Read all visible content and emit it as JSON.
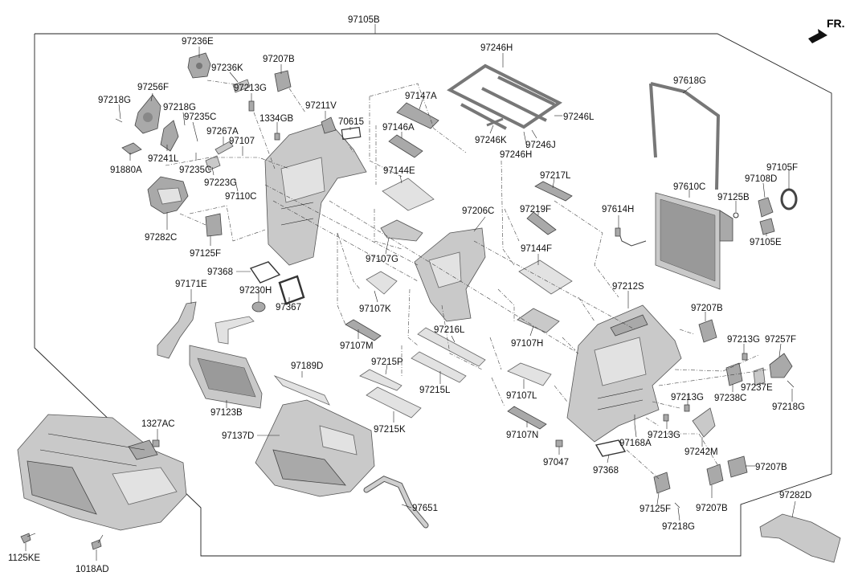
{
  "direction_label": "FR.",
  "assembly_label": "97105B",
  "labels": {
    "p97236E": "97236E",
    "p97236K": "97236K",
    "p97207B_a": "97207B",
    "p97213G_a": "97213G",
    "p97218G_a": "97218G",
    "p97256F": "97256F",
    "p97218G_b": "97218G",
    "p97235C": "97235C",
    "p1334GB": "1334GB",
    "p97211V": "97211V",
    "p70615": "70615",
    "p97267A": "97267A",
    "p97107_a": "97107",
    "p97241L": "97241L",
    "p91880A": "91880A",
    "p97235C_b": "97235C",
    "p97223G": "97223G",
    "p97110C": "97110C",
    "p97282C": "97282C",
    "p97125F_a": "97125F",
    "p97368_a": "97368",
    "p97171E": "97171E",
    "p97230H": "97230H",
    "p97367": "97367",
    "p97123B": "97123B",
    "p97189D": "97189D",
    "p97137D": "97137D",
    "p1327AC": "1327AC",
    "p1125KE": "1125KE",
    "p1018AD": "1018AD",
    "p97147A": "97147A",
    "p97146A": "97146A",
    "p97144E": "97144E",
    "p97107G": "97107G",
    "p97107K": "97107K",
    "p97107M": "97107M",
    "p97215P": "97215P",
    "p97215K": "97215K",
    "p97651": "97651",
    "p97246H_top": "97246H",
    "p97246L": "97246L",
    "p97246K": "97246K",
    "p97246J": "97246J",
    "p97246H_bot": "97246H",
    "p97206C": "97206C",
    "p97216L": "97216L",
    "p97215L": "97215L",
    "p97217L": "97217L",
    "p97219F": "97219F",
    "p97144F": "97144F",
    "p97107H": "97107H",
    "p97107L": "97107L",
    "p97107N": "97107N",
    "p97047": "97047",
    "p97368_b": "97368",
    "p97168A": "97168A",
    "p97618G": "97618G",
    "p97610C": "97610C",
    "p97614H": "97614H",
    "p97108D": "97108D",
    "p97105F": "97105F",
    "p97125B": "97125B",
    "p97105E": "97105E",
    "p97212S": "97212S",
    "p97207B_b": "97207B",
    "p97213G_b": "97213G",
    "p97257F": "97257F",
    "p97238C": "97238C",
    "p97237E": "97237E",
    "p97218G_c": "97218G",
    "p97213G_c": "97213G",
    "p97213G_d": "97213G",
    "p97242M": "97242M",
    "p97207B_c": "97207B",
    "p97125F_b": "97125F",
    "p97207B_d": "97207B",
    "p97218G_d": "97218G",
    "p97282D": "97282D"
  }
}
